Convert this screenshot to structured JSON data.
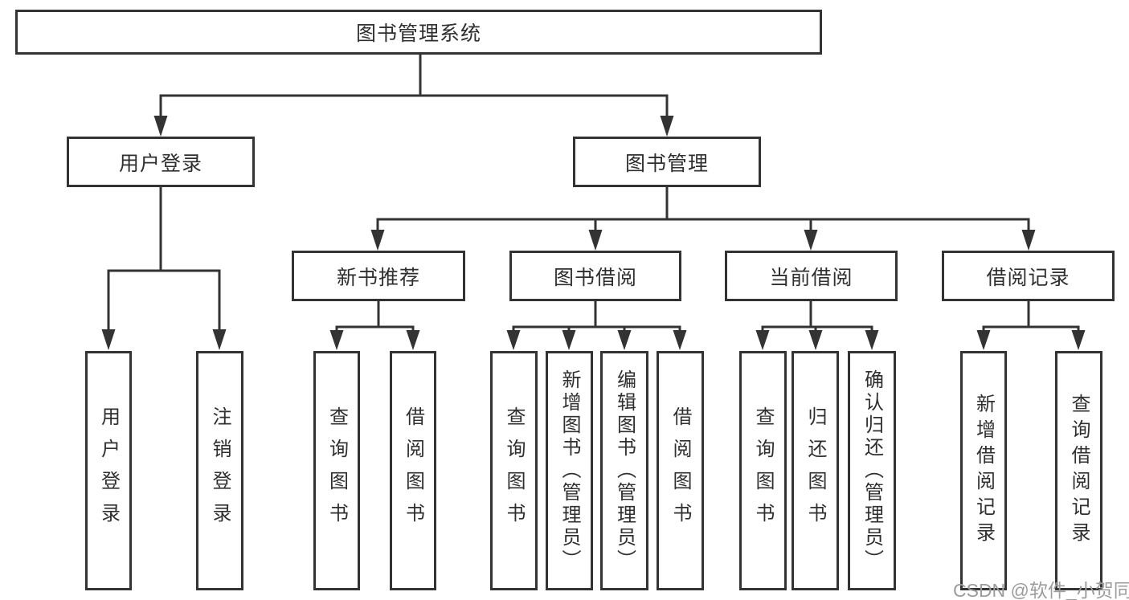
{
  "diagram": {
    "type": "hierarchy-tree",
    "colors": {
      "line": "#333333",
      "box_border": "#333333",
      "text": "#2f2f2f",
      "background": "#ffffff",
      "watermark": "#9c9c9c"
    },
    "nodes": {
      "root": {
        "label": "图书管理系统"
      },
      "user_login": {
        "label": "用户登录"
      },
      "book_mgmt": {
        "label": "图书管理"
      },
      "new_book_rec": {
        "label": "新书推荐"
      },
      "book_borrow": {
        "label": "图书借阅"
      },
      "current_borrow": {
        "label": "当前借阅"
      },
      "borrow_record": {
        "label": "借阅记录"
      },
      "leaf_user_login": {
        "label": "用户登录"
      },
      "leaf_logout": {
        "label": "注销登录"
      },
      "leaf_query_book_1": {
        "label": "查询图书"
      },
      "leaf_borrow_book_1": {
        "label": "借阅图书"
      },
      "leaf_query_book_2": {
        "label": "查询图书"
      },
      "leaf_add_book": {
        "label": "新增图书（管理员）"
      },
      "leaf_edit_book": {
        "label": "编辑图书（管理员）"
      },
      "leaf_borrow_book_2": {
        "label": "借阅图书"
      },
      "leaf_query_book_3": {
        "label": "查询图书"
      },
      "leaf_return_book": {
        "label": "归还图书"
      },
      "leaf_confirm_return": {
        "label": "确认归还（管理员）"
      },
      "leaf_add_record": {
        "label": "新增借阅记录"
      },
      "leaf_query_record": {
        "label": "查询借阅记录"
      }
    },
    "edges": [
      "root->user_login",
      "root->book_mgmt",
      "user_login->leaf_user_login",
      "user_login->leaf_logout",
      "book_mgmt->new_book_rec",
      "book_mgmt->book_borrow",
      "book_mgmt->current_borrow",
      "book_mgmt->borrow_record",
      "new_book_rec->leaf_query_book_1",
      "new_book_rec->leaf_borrow_book_1",
      "book_borrow->leaf_query_book_2",
      "book_borrow->leaf_add_book",
      "book_borrow->leaf_edit_book",
      "book_borrow->leaf_borrow_book_2",
      "current_borrow->leaf_query_book_3",
      "current_borrow->leaf_return_book",
      "current_borrow->leaf_confirm_return",
      "borrow_record->leaf_add_record",
      "borrow_record->leaf_query_record"
    ],
    "watermark": {
      "text": "CSDN @软件_小贺同学"
    }
  }
}
